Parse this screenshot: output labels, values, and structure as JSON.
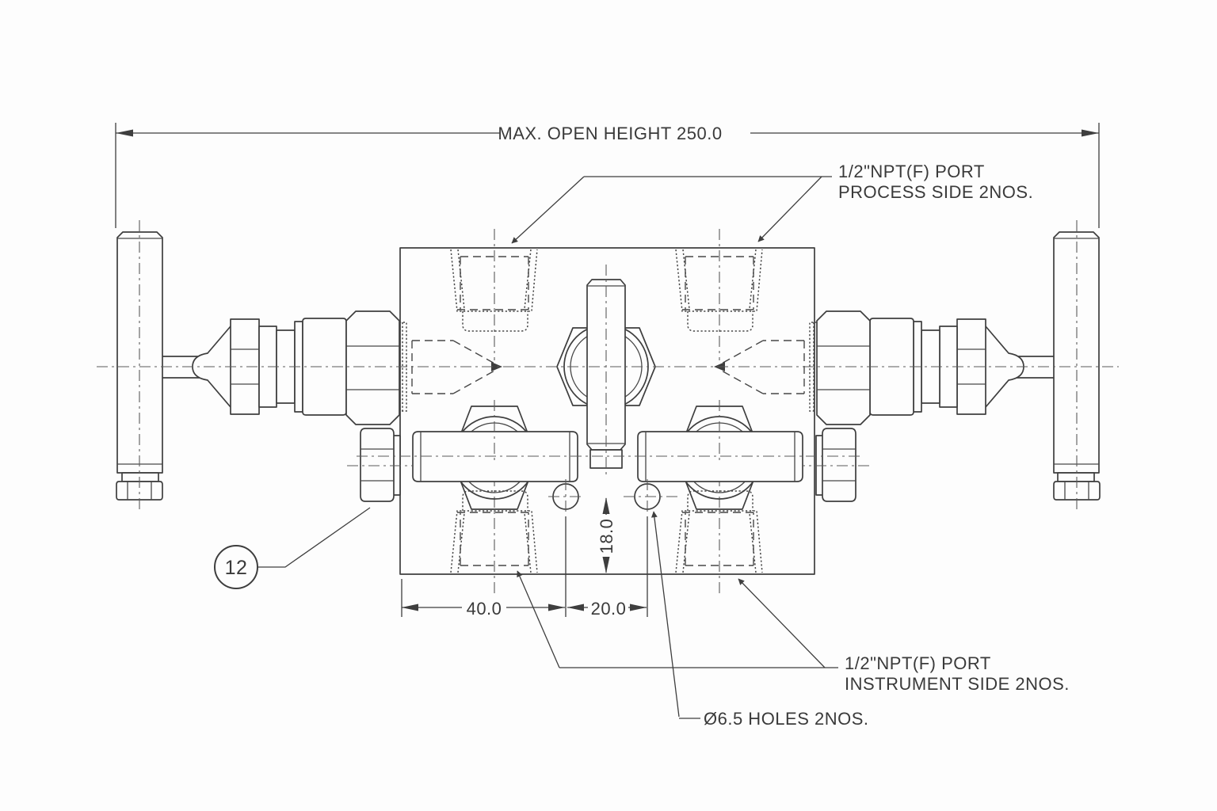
{
  "page": {
    "type": "engineering-drawing",
    "subject": "5-valve instrument manifold, top view",
    "background": "#fdfdfd",
    "line_color": "#3e3e3e"
  },
  "annotations": {
    "max_open_height": "MAX. OPEN HEIGHT 250.0",
    "process_port": {
      "line1": "1/2\"NPT(F) PORT",
      "line2": "PROCESS SIDE 2NOS."
    },
    "instrument_port": {
      "line1": "1/2\"NPT(F) PORT",
      "line2": "INSTRUMENT SIDE 2NOS."
    },
    "holes_note": "Ø6.5 HOLES 2NOS.",
    "balloon_item": "12",
    "dim_width_left": "40.0",
    "dim_width_right": "20.0",
    "dim_hole_offset": "18.0"
  }
}
